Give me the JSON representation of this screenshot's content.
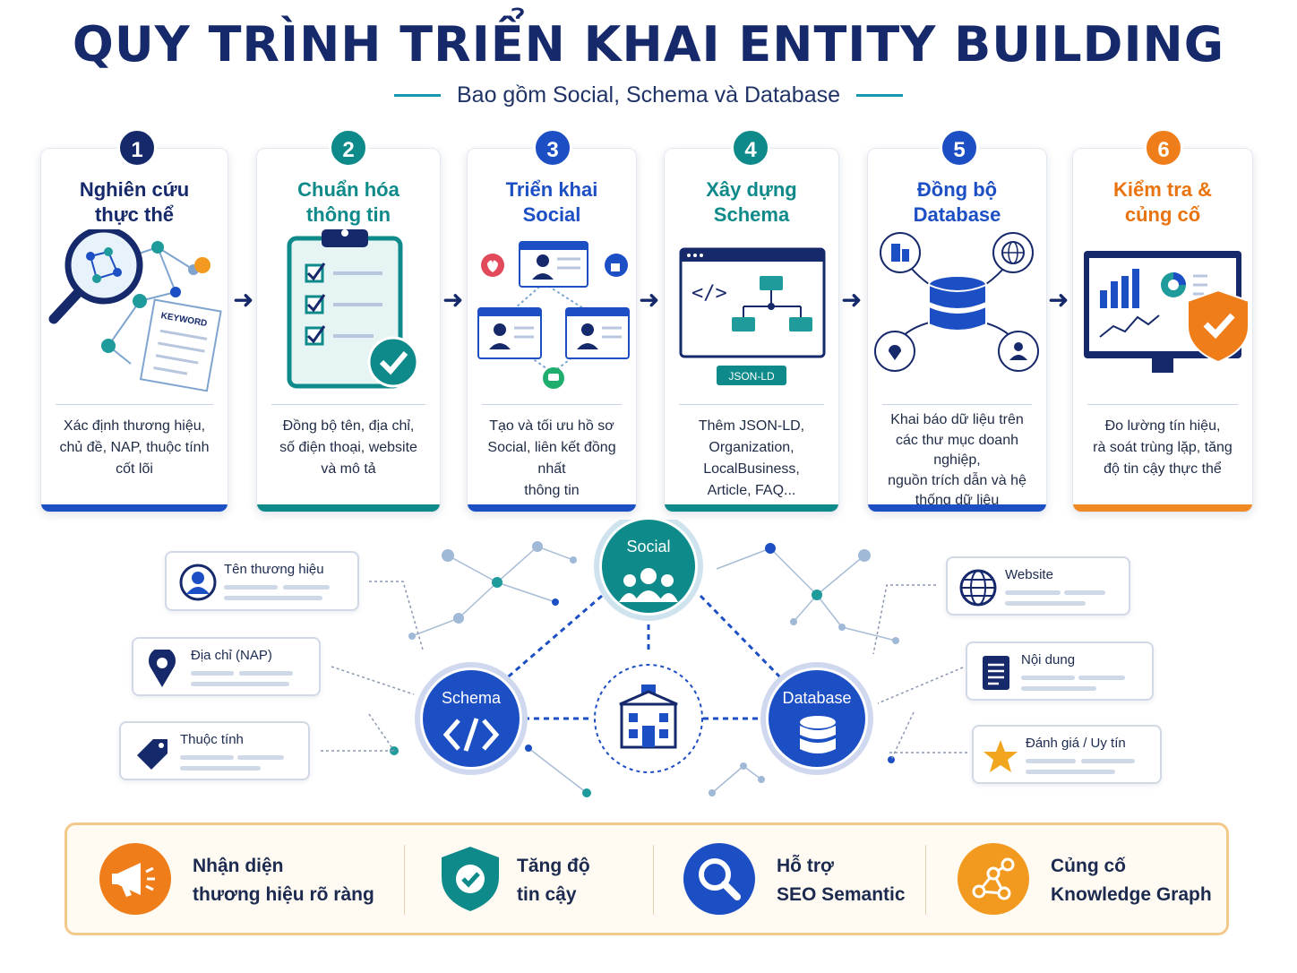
{
  "header": {
    "title": "QUY TRÌNH TRIỂN KHAI ENTITY BUILDING",
    "subtitle": "Bao gồm Social, Schema và Database"
  },
  "steps": [
    {
      "number": "1",
      "title_line1": "Nghiên cứu",
      "title_line2": "thực thể",
      "desc_line1": "Xác định thương hiệu,",
      "desc_line2": "chủ đề, NAP, thuộc tính",
      "desc_line3": "cốt lõi",
      "desc_line4": "",
      "color": "#16296a",
      "icon": "magnifier-network-icon",
      "icon_text": "KEYWORD"
    },
    {
      "number": "2",
      "title_line1": "Chuẩn hóa",
      "title_line2": "thông tin",
      "desc_line1": "Đồng bộ tên, địa chỉ,",
      "desc_line2": "số điện thoại, website",
      "desc_line3": "và mô tả",
      "desc_line4": "",
      "color": "#0f8a8a",
      "icon": "clipboard-check-icon"
    },
    {
      "number": "3",
      "title_line1": "Triển khai",
      "title_line2": "Social",
      "desc_line1": "Tạo và tối ưu hồ sơ",
      "desc_line2": "Social, liên kết đồng nhất",
      "desc_line3": "thông tin",
      "desc_line4": "",
      "color": "#1d4fc4",
      "icon": "social-profiles-icon"
    },
    {
      "number": "4",
      "title_line1": "Xây dựng",
      "title_line2": "Schema",
      "desc_line1": "Thêm JSON-LD,",
      "desc_line2": "Organization, LocalBusiness,",
      "desc_line3": "Article, FAQ...",
      "desc_line4": "",
      "color": "#0f8a8a",
      "icon": "code-tree-icon",
      "icon_text": "JSON-LD"
    },
    {
      "number": "5",
      "title_line1": "Đồng bộ",
      "title_line2": "Database",
      "desc_line1": "Khai báo dữ liệu trên",
      "desc_line2": "các thư mục doanh nghiệp,",
      "desc_line3": "nguồn trích dẫn và hệ",
      "desc_line4": "thống dữ liệu",
      "color": "#1d4fc4",
      "icon": "database-hub-icon"
    },
    {
      "number": "6",
      "title_line1": "Kiểm tra &",
      "title_line2": "củng cố",
      "desc_line1": "Đo lường tín hiệu,",
      "desc_line2": "rà soát trùng lặp, tăng",
      "desc_line3": "độ tin cậy thực thể",
      "desc_line4": "",
      "color": "#ef7d1a",
      "icon": "monitor-shield-icon"
    }
  ],
  "network": {
    "nodes": {
      "social": "Social",
      "schema": "Schema",
      "database": "Database",
      "center_icon": "building-icon"
    },
    "left_items": [
      {
        "label": "Tên thương hiệu",
        "icon": "user-icon"
      },
      {
        "label": "Địa chỉ (NAP)",
        "icon": "location-pin-icon"
      },
      {
        "label": "Thuộc tính",
        "icon": "tag-icon"
      }
    ],
    "right_items": [
      {
        "label": "Website",
        "icon": "globe-icon"
      },
      {
        "label": "Nội dung",
        "icon": "document-icon"
      },
      {
        "label": "Đánh giá / Uy tín",
        "icon": "star-icon"
      }
    ]
  },
  "benefits": [
    {
      "line1": "Nhận diện",
      "line2": "thương hiệu rõ ràng",
      "icon": "megaphone-icon",
      "color": "#ef7d1a"
    },
    {
      "line1": "Tăng độ",
      "line2": "tin cậy",
      "icon": "shield-check-icon",
      "color": "#0f8a8a"
    },
    {
      "line1": "Hỗ trợ",
      "line2": "SEO Semantic",
      "icon": "search-icon",
      "color": "#1d4fc4"
    },
    {
      "line1": "Củng cố",
      "line2": "Knowledge Graph",
      "icon": "graph-nodes-icon",
      "color": "#f29a1f"
    }
  ]
}
